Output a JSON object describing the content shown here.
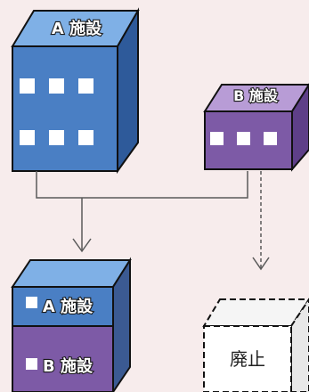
{
  "diagram": {
    "top_left_box": {
      "label": "A 施設"
    },
    "top_right_box": {
      "label": "B 施設"
    },
    "merged_box": {
      "upper_label": "A 施設",
      "lower_label": "B 施設"
    },
    "abolished_box": {
      "label": "廃止"
    },
    "colors": {
      "background": "#f7ecec",
      "facility_a": "#4a7fc4",
      "facility_b": "#7d5aa6",
      "line": "#5a5a5a"
    }
  }
}
